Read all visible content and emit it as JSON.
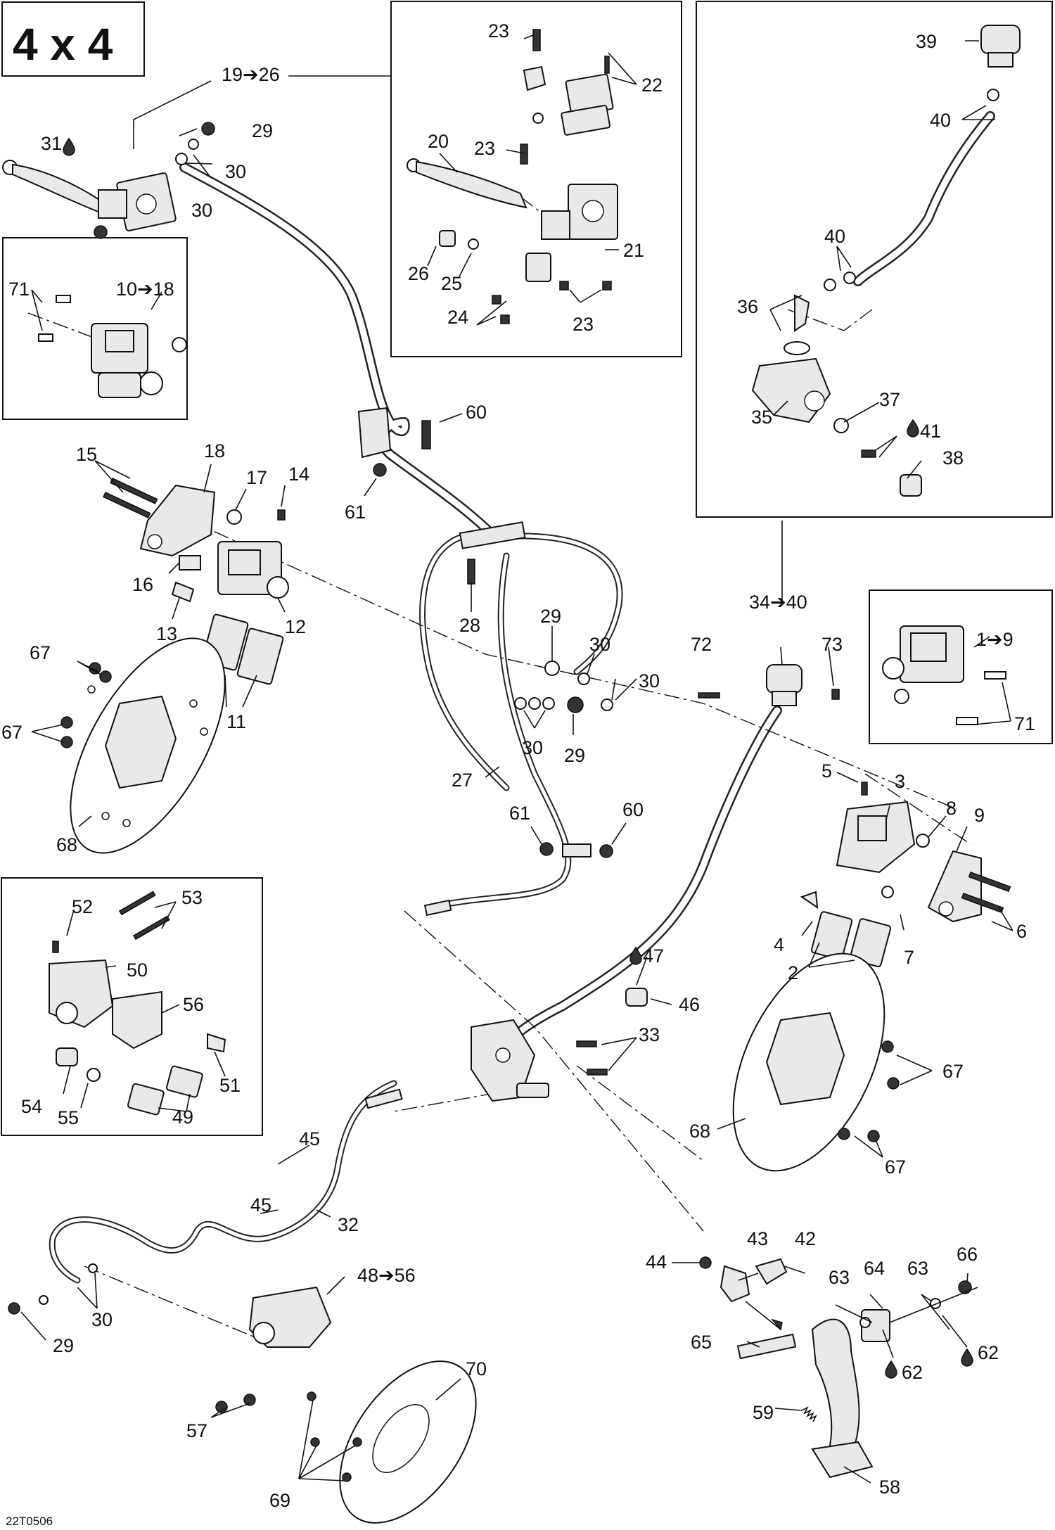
{
  "title": "4 x 4",
  "drawing_code": "22T0506",
  "labels": {
    "l_19_26": "19➔26",
    "l_31": "31",
    "l_29a": "29",
    "l_30a": "30",
    "l_30b": "30",
    "l_23a": "23",
    "l_22": "22",
    "l_20": "20",
    "l_23b": "23",
    "l_21": "21",
    "l_26": "26",
    "l_25": "25",
    "l_24": "24",
    "l_23c": "23",
    "l_39": "39",
    "l_40a": "40",
    "l_40b": "40",
    "l_36": "36",
    "l_35": "35",
    "l_37": "37",
    "l_41": "41",
    "l_38": "38",
    "l_71a": "71",
    "l_10_18": "10➔18",
    "l_15": "15",
    "l_18": "18",
    "l_17": "17",
    "l_14": "14",
    "l_16": "16",
    "l_13": "13",
    "l_12": "12",
    "l_11": "11",
    "l_60a": "60",
    "l_61a": "61",
    "l_28": "28",
    "l_29b": "29",
    "l_30c": "30",
    "l_30d": "30",
    "l_30e": "30",
    "l_29c": "29",
    "l_27": "27",
    "l_61b": "61",
    "l_60b": "60",
    "l_67a": "67",
    "l_67b": "67",
    "l_68a": "68",
    "l_34_40": "34➔40",
    "l_72": "72",
    "l_73": "73",
    "l_1_9": "1➔9",
    "l_71b": "71",
    "l_5": "5",
    "l_3": "3",
    "l_8": "8",
    "l_9": "9",
    "l_6": "6",
    "l_7": "7",
    "l_4": "4",
    "l_2": "2",
    "l_52": "52",
    "l_53": "53",
    "l_50": "50",
    "l_56a": "56",
    "l_54": "54",
    "l_55": "55",
    "l_49": "49",
    "l_51": "51",
    "l_47": "47",
    "l_46": "46",
    "l_33": "33",
    "l_67c": "67",
    "l_67d": "67",
    "l_68b": "68",
    "l_45a": "45",
    "l_45b": "45",
    "l_32": "32",
    "l_30f": "30",
    "l_29d": "29",
    "l_48_56": "48➔56",
    "l_57": "57",
    "l_70": "70",
    "l_69": "69",
    "l_44": "44",
    "l_43": "43",
    "l_42": "42",
    "l_63a": "63",
    "l_64": "64",
    "l_63b": "63",
    "l_66": "66",
    "l_65": "65",
    "l_62a": "62",
    "l_62b": "62",
    "l_59": "59",
    "l_58": "58"
  },
  "icons": {
    "fluid_drop": "droplet-icon",
    "range_arrow": "arrow-right-icon"
  }
}
